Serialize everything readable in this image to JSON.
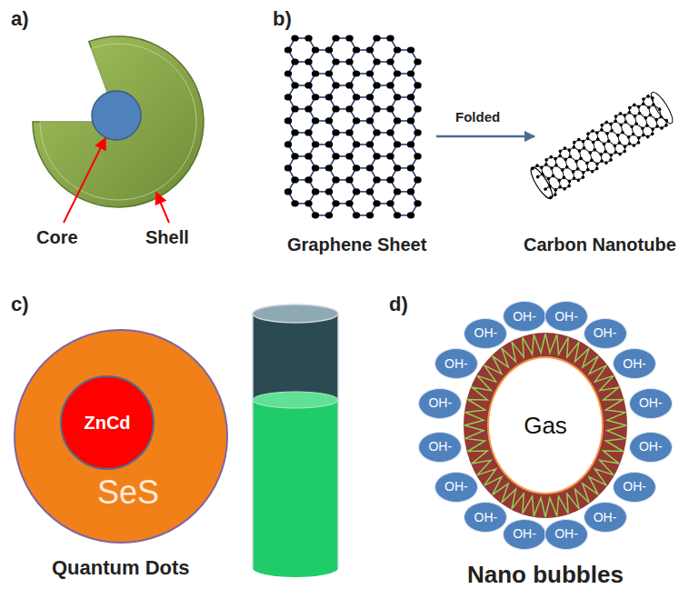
{
  "diagram": {
    "nodes": [
      {
        "text": [
          "SeS"
        ]
      },
      {
        "text": [
          "ZnCd"
        ],
        "in": 0
      },
      {
        "text": [
          "Gas"
        ]
      },
      {
        "text": [
          "OH-"
        ]
      },
      {
        "text": [
          "OH-"
        ]
      },
      {
        "text": [
          "OH-"
        ]
      },
      {
        "text": [
          "OH-"
        ]
      },
      {
        "text": [
          "OH-"
        ]
      },
      {
        "text": [
          "OH-"
        ]
      },
      {
        "text": [
          "OH-"
        ]
      },
      {
        "text": [
          "OH-"
        ]
      },
      {
        "text": [
          "OH-"
        ]
      },
      {
        "text": [
          "OH-"
        ]
      },
      {
        "text": [
          "OH-"
        ]
      },
      {
        "text": [
          "OH-"
        ]
      },
      {
        "text": [
          "OH-"
        ]
      },
      {
        "text": [
          "OH-"
        ]
      },
      {
        "text": [
          "OH-"
        ]
      },
      {
        "text": [
          "OH-"
        ]
      }
    ],
    "labels": [
      "a)",
      "b)",
      "Core",
      "Shell",
      "Folded",
      "Graphene Sheet",
      "Carbon Nanotube",
      "c)",
      "d)",
      "Quantum Dots",
      "Nano bubbles"
    ]
  }
}
